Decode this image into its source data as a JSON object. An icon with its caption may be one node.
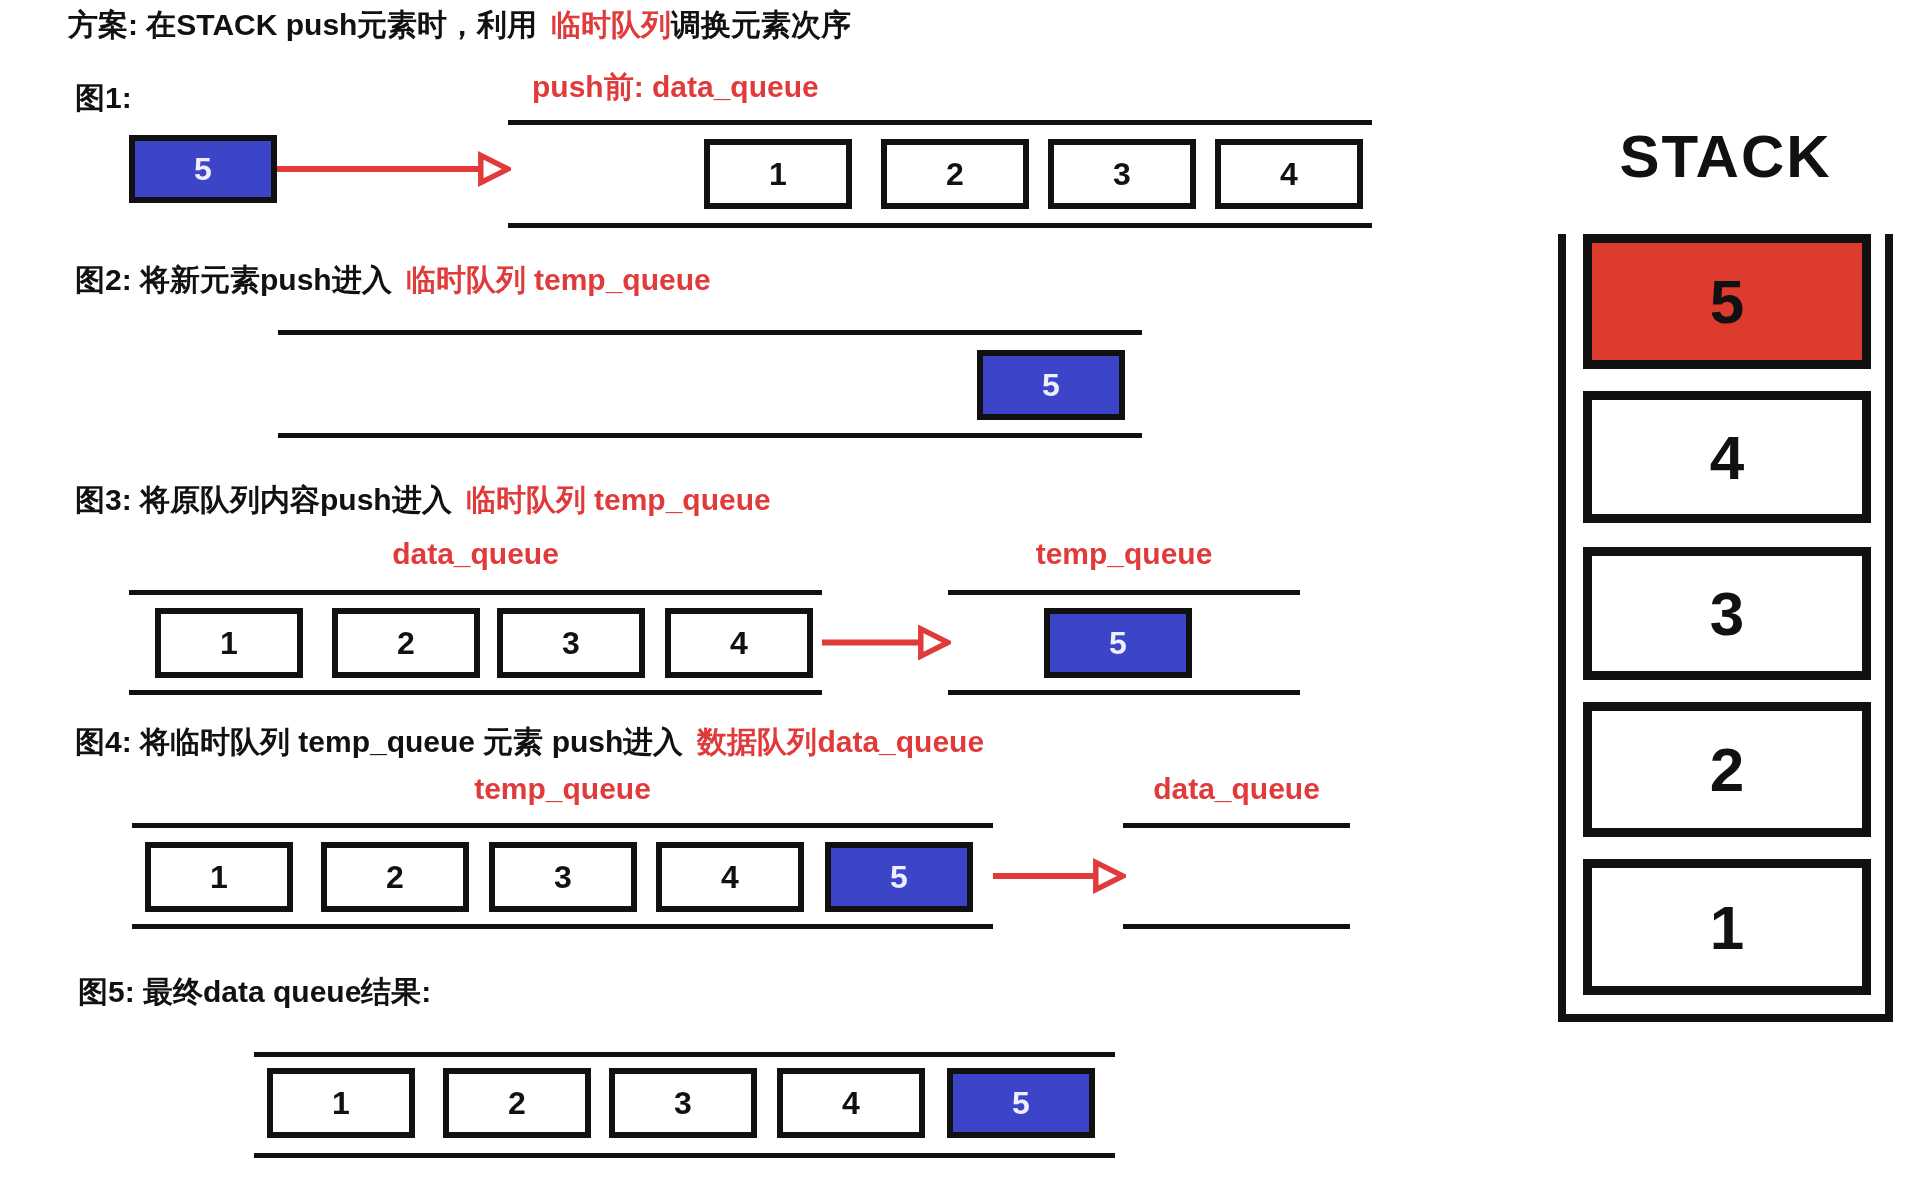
{
  "diagram": {
    "nodes": [
      {
        "text": [
          "5"
        ]
      },
      {
        "text": [
          "push前: data_queue"
        ]
      },
      {
        "text": [
          "1"
        ],
        "in": 1
      },
      {
        "text": [
          "2"
        ],
        "in": 1
      },
      {
        "text": [
          "3"
        ],
        "in": 1
      },
      {
        "text": [
          "4"
        ],
        "in": 1
      },
      {
        "text": [],
        "shape": "band"
      },
      {
        "text": [
          "5"
        ],
        "in": 6
      },
      {
        "text": [
          "data_queue"
        ]
      },
      {
        "text": [
          "1"
        ],
        "in": 8
      },
      {
        "text": [
          "2"
        ],
        "in": 8
      },
      {
        "text": [
          "3"
        ],
        "in": 8
      },
      {
        "text": [
          "4"
        ],
        "in": 8
      },
      {
        "text": [
          "temp_queue"
        ]
      },
      {
        "text": [
          "5"
        ],
        "in": 13
      },
      {
        "text": [
          "temp_queue"
        ]
      },
      {
        "text": [
          "1"
        ],
        "in": 15
      },
      {
        "text": [
          "2"
        ],
        "in": 15
      },
      {
        "text": [
          "3"
        ],
        "in": 15
      },
      {
        "text": [
          "4"
        ],
        "in": 15
      },
      {
        "text": [
          "5"
        ],
        "in": 15
      },
      {
        "text": [
          "data_queue"
        ]
      },
      {
        "text": [],
        "shape": "band"
      },
      {
        "text": [
          "1"
        ],
        "in": 22
      },
      {
        "text": [
          "2"
        ],
        "in": 22
      },
      {
        "text": [
          "3"
        ],
        "in": 22
      },
      {
        "text": [
          "4"
        ],
        "in": 22
      },
      {
        "text": [
          "5"
        ],
        "in": 22
      },
      {
        "text": [
          "STACK"
        ]
      },
      {
        "text": [
          "5"
        ],
        "in": 28
      },
      {
        "text": [
          "4"
        ],
        "in": 28
      },
      {
        "text": [
          "3"
        ],
        "in": 28
      },
      {
        "text": [
          "2"
        ],
        "in": 28
      },
      {
        "text": [
          "1"
        ],
        "in": 28
      }
    ],
    "edges": [
      {
        "from": 0,
        "to": 1,
        "arrow": "to"
      },
      {
        "from": 8,
        "to": 13,
        "arrow": "to"
      },
      {
        "from": 15,
        "to": 21,
        "arrow": "to"
      }
    ],
    "labels": [
      "方案: 在STACK push元素时，利用",
      "临时队列",
      "调换元素次序",
      "图1:",
      "图2: 将新元素push进入",
      "临时队列 temp_queue",
      "图3: 将原队列内容push进入",
      "临时队列 temp_queue",
      "图4: 将临时队列 temp_queue 元素 push进入",
      "数据队列data_queue",
      "图5: 最终data queue结果:"
    ]
  }
}
